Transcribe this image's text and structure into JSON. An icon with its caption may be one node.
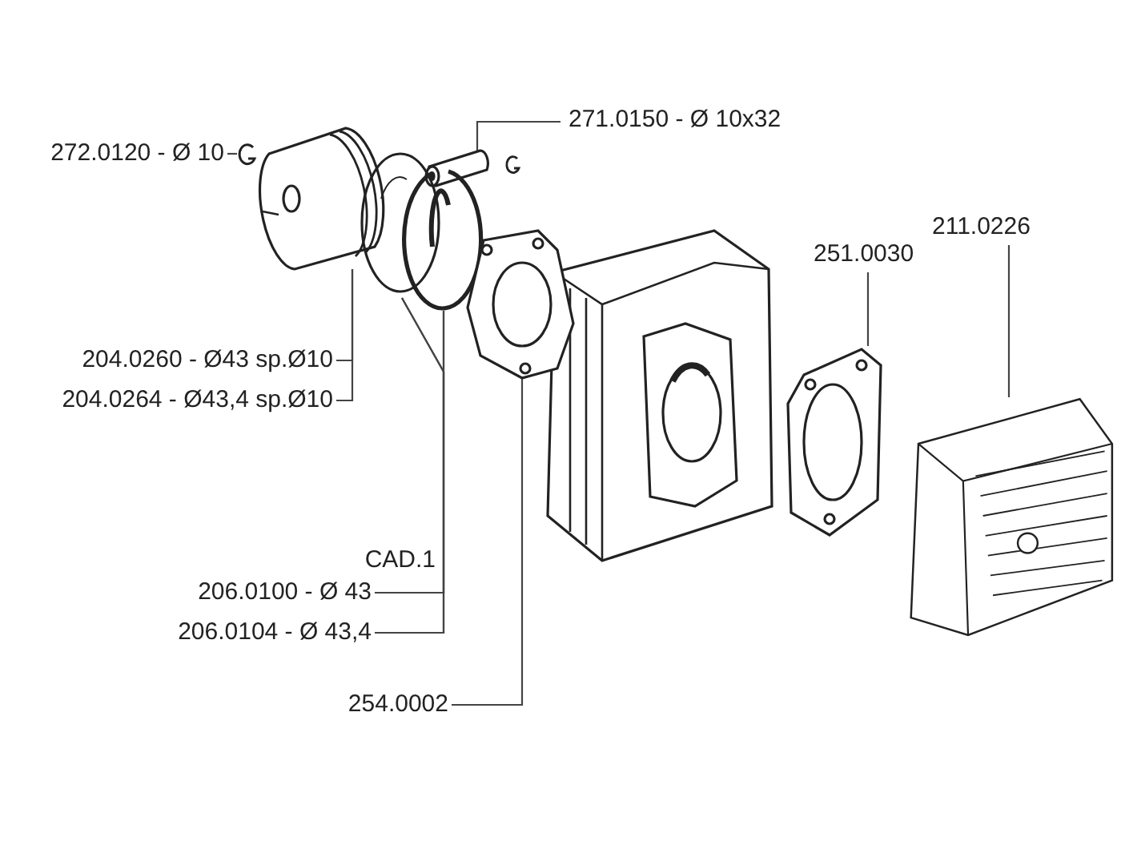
{
  "diagram": {
    "nodes": [
      {
        "text": [
          "272.0120 - Ø 10"
        ]
      },
      {
        "text": [],
        "shape": "picture"
      },
      {
        "text": [
          "271.0150 - Ø 10x32"
        ]
      },
      {
        "text": [],
        "shape": "picture"
      },
      {
        "text": [
          "204.0260 - Ø43 sp.Ø10"
        ]
      },
      {
        "text": [
          "204.0264 - Ø43,4 sp.Ø10"
        ]
      },
      {
        "text": [],
        "shape": "picture"
      },
      {
        "text": [
          "206.0100 - Ø 43"
        ]
      },
      {
        "text": [
          "206.0104 - Ø 43,4"
        ]
      },
      {
        "text": [],
        "shape": "picture"
      },
      {
        "text": [],
        "shape": "picture"
      },
      {
        "text": [
          "254.0002"
        ]
      },
      {
        "text": [],
        "shape": "picture"
      },
      {
        "text": [
          "251.0030"
        ]
      },
      {
        "text": [],
        "shape": "picture"
      },
      {
        "text": [
          "211.0226"
        ]
      },
      {
        "text": [],
        "shape": "picture"
      }
    ],
    "edges": [
      {
        "from": 0,
        "to": 1,
        "arrow": "none"
      },
      {
        "from": 2,
        "to": 3,
        "arrow": "none"
      },
      {
        "from": 4,
        "to": 6,
        "arrow": "none"
      },
      {
        "from": 5,
        "to": 6,
        "arrow": "none"
      },
      {
        "from": 7,
        "to": 9,
        "arrow": "none"
      },
      {
        "from": 7,
        "to": 10,
        "arrow": "none"
      },
      {
        "from": 8,
        "to": 9,
        "arrow": "none"
      },
      {
        "from": 8,
        "to": 10,
        "arrow": "none"
      },
      {
        "from": 11,
        "to": 12,
        "arrow": "none"
      },
      {
        "from": 13,
        "to": 14,
        "arrow": "none"
      },
      {
        "from": 15,
        "to": 16,
        "arrow": "none"
      }
    ],
    "labels": [
      "CAD.1"
    ]
  }
}
